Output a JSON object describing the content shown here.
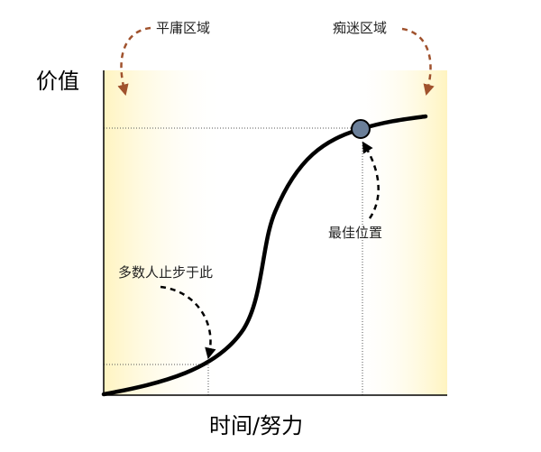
{
  "labels": {
    "zone_mediocre": "平庸区域",
    "zone_obsessed": "痴迷区域",
    "y_axis": "价值",
    "x_axis": "时间/努力",
    "best_position": "最佳位置",
    "most_stop": "多数人止步于此"
  },
  "colors": {
    "zone_gradient_edge": "#fff6c4",
    "curve": "#000000",
    "arrow": "#a0522d",
    "marker_fill": "#6b7f99",
    "guide_line": "#555555"
  }
}
